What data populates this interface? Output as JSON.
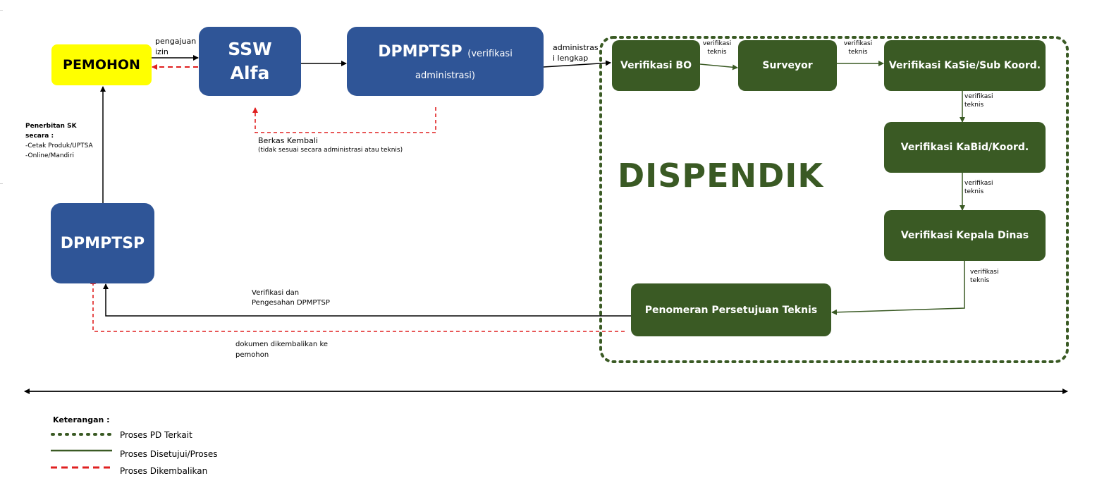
{
  "nodes": {
    "pemohon": "PEMOHON",
    "ssw_line1": "SSW",
    "ssw_line2": "Alfa",
    "dpmptsp_top_main": "DPMPTSP",
    "dpmptsp_top_sub": "(verifikasi administrasi)",
    "dpmptsp_left": "DPMPTSP",
    "verifikasi_bo": "Verifikasi BO",
    "surveyor": "Surveyor",
    "kasie": "Verifikasi KaSie/Sub Koord.",
    "kabid": "Verifikasi KaBid/Koord.",
    "kepala_dinas": "Verifikasi Kepala Dinas",
    "penomeran": "Penomeran Persetujuan Teknis"
  },
  "group_title": "DISPENDIK",
  "edge_labels": {
    "pengajuan_line1": "pengajuan",
    "pengajuan_line2": "izin",
    "administrasi_line1": "administras",
    "administrasi_line2": "i lengkap",
    "vt1_line1": "verifikasi",
    "vt1_line2": "teknis",
    "vt2_line1": "verifikasi",
    "vt2_line2": "teknis",
    "vt3_line1": "verifikasi",
    "vt3_line2": "teknis",
    "vt4_line1": "verifikasi",
    "vt4_line2": "teknis",
    "vt5_line1": "verifikasi",
    "vt5_line2": "teknis",
    "berkas_kembali": "Berkas Kembali",
    "berkas_note": "(tidak sesuai secara administrasi atau teknis)",
    "penerbitan_line1": "Penerbitan SK",
    "penerbitan_line2": "secara :",
    "penerbitan_line3": "-Cetak Produk/UPTSA",
    "penerbitan_line4": "-Online/Mandiri",
    "verif_pengesahan_line1": "Verifikasi dan",
    "verif_pengesahan_line2": "Pengesahan DPMPTSP",
    "dokumen_line1": "dokumen dikembalikan ke",
    "dokumen_line2": "pemohon"
  },
  "legend": {
    "title": "Keterangan :",
    "items": [
      "Proses PD Terkait",
      "Proses Disetujui/Proses",
      "Proses Dikembalikan"
    ]
  },
  "colors": {
    "blue": "#2f5597",
    "green": "#3a5a24",
    "yellow": "#ffff00",
    "red": "#e02020"
  }
}
